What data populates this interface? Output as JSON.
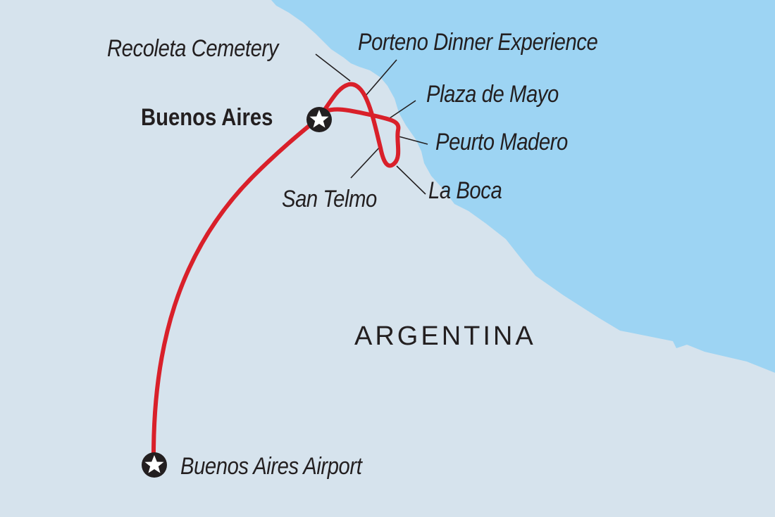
{
  "map": {
    "colors": {
      "land": "#d6e3ed",
      "water": "#9dd4f3",
      "route": "#d9202a",
      "text": "#231f20",
      "marker": "#231f20"
    },
    "country_label": "ARGENTINA",
    "cities": [
      {
        "name": "Buenos Aires",
        "icon": "star-marker-icon"
      },
      {
        "name": "Buenos Aires Airport",
        "icon": "star-marker-icon"
      }
    ],
    "points_of_interest": [
      {
        "name": "Recoleta Cemetery"
      },
      {
        "name": "Porteno Dinner Experience"
      },
      {
        "name": "Plaza de Mayo"
      },
      {
        "name": "Peurto Madero"
      },
      {
        "name": "San Telmo"
      },
      {
        "name": "La Boca"
      }
    ]
  }
}
